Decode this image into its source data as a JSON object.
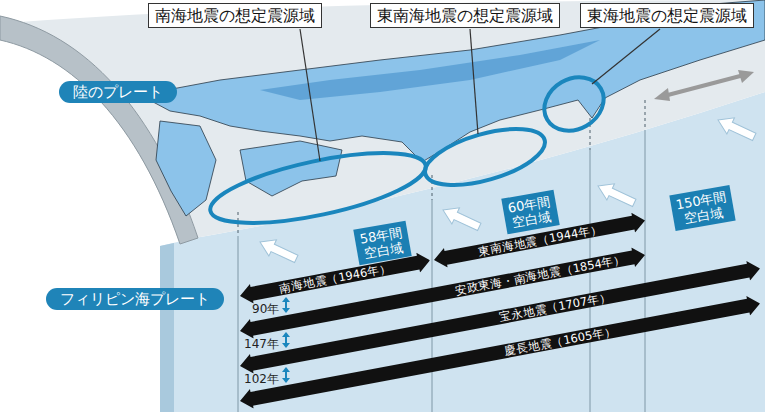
{
  "diagram": {
    "nodes": [
      {
        "text": [
          "南海地震の想定震源域"
        ]
      },
      {
        "text": [
          "東南海地震の想定震源域"
        ]
      },
      {
        "text": [
          "東海地震の想定震源域"
        ]
      },
      {
        "text": [
          "陸のプレート"
        ]
      },
      {
        "text": [
          "58年間 空白域"
        ]
      },
      {
        "text": [
          "60年間 空白域"
        ]
      },
      {
        "text": [
          "150年間 空白域"
        ]
      },
      {
        "text": [
          "フィリピン海プレート"
        ]
      },
      {
        "text": [
          "南海地震（1946年）"
        ]
      },
      {
        "text": [
          "東南海地震（1944年）"
        ]
      },
      {
        "text": [
          "安政東海・南海地震（1854年）"
        ]
      },
      {
        "text": [
          "宝永地震（1707年）"
        ]
      },
      {
        "text": [
          "慶長地震（1605年）"
        ]
      }
    ],
    "labels": [
      "90年",
      "147年",
      "102年"
    ]
  }
}
